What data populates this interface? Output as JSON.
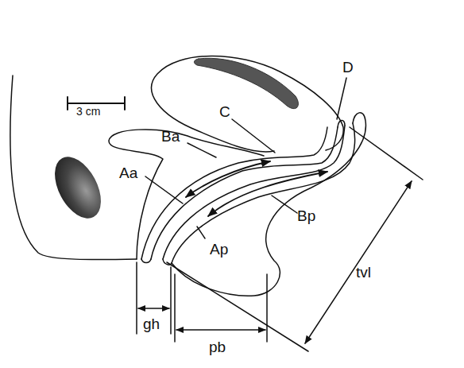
{
  "diagram": {
    "labels": [
      "D",
      "3 cm",
      "Ba",
      "C",
      "Aa",
      "Bp",
      "Ap",
      "tvl",
      "gh",
      "pb"
    ]
  }
}
